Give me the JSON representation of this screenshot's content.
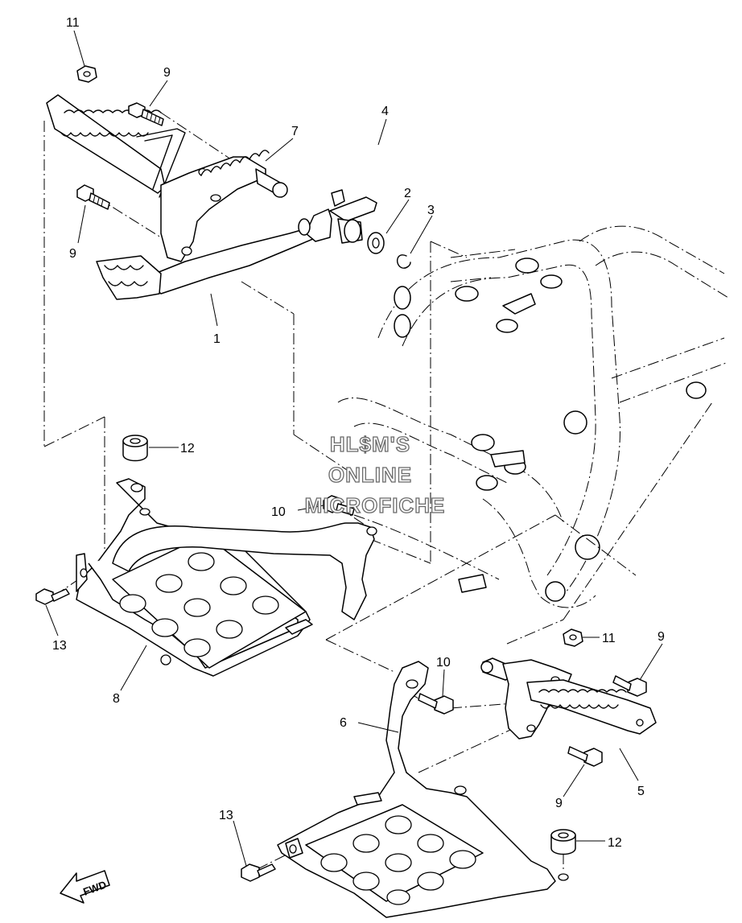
{
  "callouts": {
    "c1": "1",
    "c2": "2",
    "c3": "3",
    "c4": "4",
    "c5": "5",
    "c6": "6",
    "c7": "7",
    "c8": "8",
    "c9a": "9",
    "c9b": "9",
    "c9c": "9",
    "c9d": "9",
    "c10a": "10",
    "c10b": "10",
    "c11a": "11",
    "c11b": "11",
    "c12a": "12",
    "c12b": "12",
    "c13a": "13",
    "c13b": "13"
  },
  "watermark": {
    "line1": "HL$M'S",
    "line2": "ONLINE",
    "line3": "MICROFICHE"
  },
  "direction_badge": "FWD"
}
